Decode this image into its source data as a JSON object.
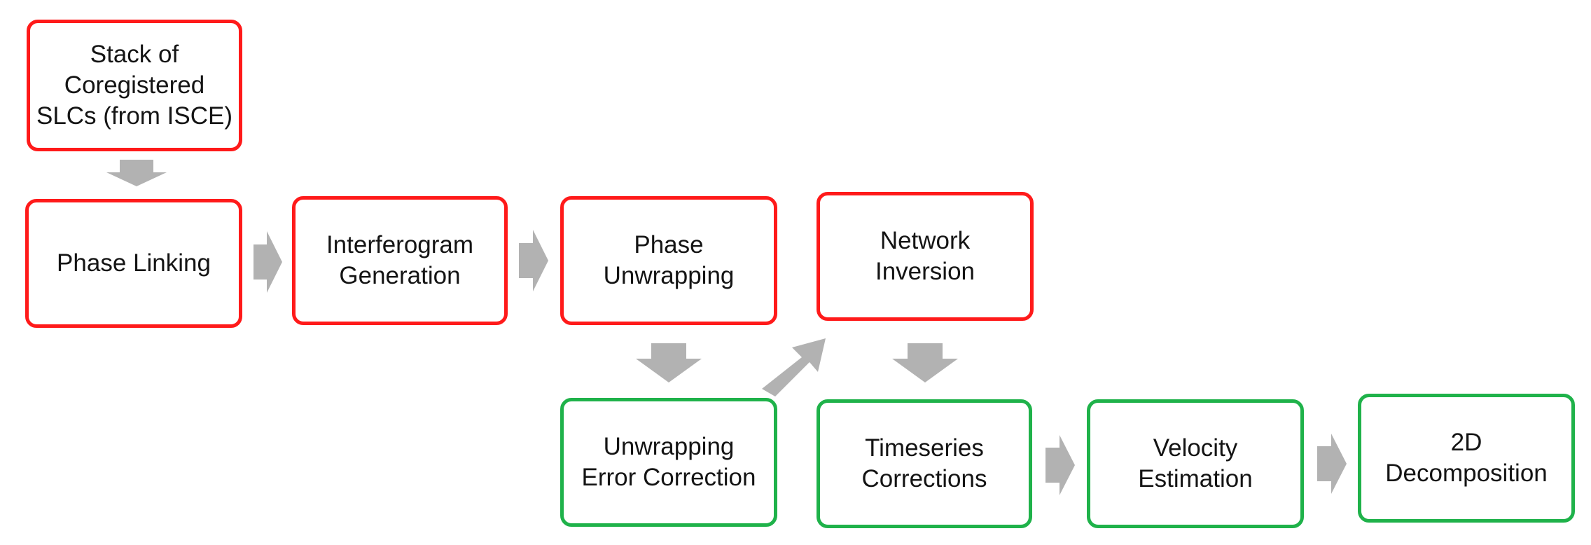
{
  "colors": {
    "red_border": "#ff1a1a",
    "green_border": "#1fb24a",
    "arrow": "#b2b2b2",
    "text": "#141414"
  },
  "nodes": {
    "stack": "Stack of\nCoregistered\nSLCs (from ISCE)",
    "phase_linking": "Phase Linking",
    "interferogram": "Interferogram\nGeneration",
    "phase_unwrapping": "Phase\nUnwrapping",
    "network_inversion": "Network\nInversion",
    "unwrap_error": "Unwrapping\nError Correction",
    "timeseries": "Timeseries\nCorrections",
    "velocity": "Velocity\nEstimation",
    "decomposition": "2D\nDecomposition"
  },
  "arrows": [
    {
      "name": "arrow-stack-to-phase-linking",
      "direction": "down"
    },
    {
      "name": "arrow-phase-linking-to-interferogram",
      "direction": "right"
    },
    {
      "name": "arrow-interferogram-to-unwrapping",
      "direction": "right"
    },
    {
      "name": "arrow-unwrapping-to-error-correction",
      "direction": "down"
    },
    {
      "name": "arrow-error-correction-to-network-inversion",
      "direction": "up-right"
    },
    {
      "name": "arrow-network-inversion-to-timeseries",
      "direction": "down"
    },
    {
      "name": "arrow-timeseries-to-velocity",
      "direction": "right"
    },
    {
      "name": "arrow-velocity-to-decomposition",
      "direction": "right"
    }
  ]
}
